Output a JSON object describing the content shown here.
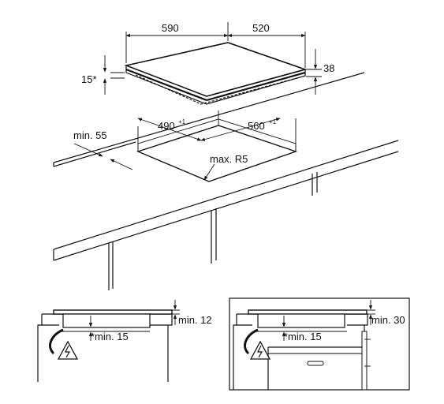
{
  "dimensions": {
    "hob_width": "590",
    "hob_depth": "520",
    "hob_height": "38",
    "hob_edge": "15*",
    "cutout_width": "490",
    "cutout_width_tol": "+1",
    "cutout_depth": "560",
    "cutout_depth_tol": "+1",
    "edge_distance": "min. 55",
    "corner_radius": "max. R5"
  },
  "details": {
    "left_top_gap": "min. 12",
    "left_under_gap": "*min. 15",
    "right_top_gap": "min. 30",
    "right_under_gap": "*min. 15"
  },
  "icons": [
    "electrical-warning-icon",
    "electrical-warning-icon"
  ]
}
